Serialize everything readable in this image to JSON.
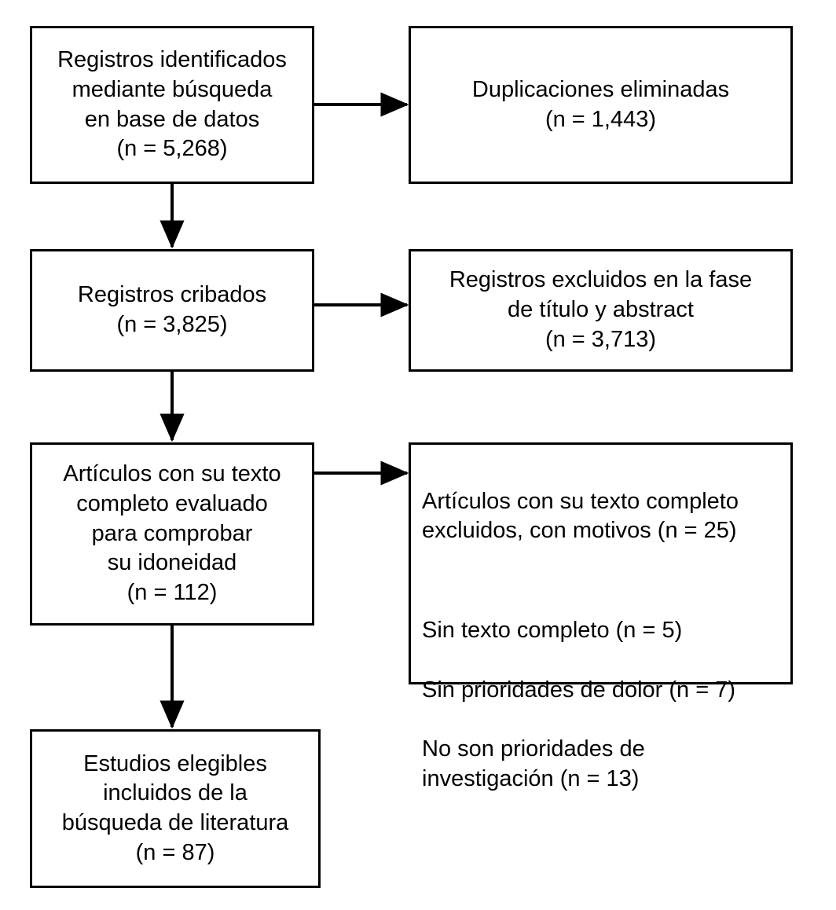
{
  "diagram": {
    "type": "prisma-flow-diagram",
    "language": "es",
    "stroke_color": "#000000",
    "background_color": "#ffffff",
    "text_color": "#000000",
    "boxes": {
      "identified": {
        "text": "Registros identificados\nmediante búsqueda\nen base de datos\n(n = 5,268)",
        "count": "5,268"
      },
      "duplicates_removed": {
        "text": "Duplicaciones eliminadas\n(n = 1,443)",
        "count": "1,443"
      },
      "screened": {
        "text": "Registros cribados\n(n = 3,825)",
        "count": "3,825"
      },
      "excluded_title_abstract": {
        "text": "Registros excluidos en la fase\nde título y abstract\n(n = 3,713)",
        "count": "3,713"
      },
      "fulltext_assessed": {
        "text": "Artículos con su texto\ncompleto evaluado\npara comprobar\nsu idoneidad\n(n = 112)",
        "count": "112"
      },
      "fulltext_excluded": {
        "heading": "Artículos con su texto completo\nexcluidos, con motivos (n = 25)",
        "count": "25",
        "reasons": [
          "Sin texto completo (n = 5)",
          "Sin prioridades de dolor (n = 7)",
          "No son prioridades de\ninvestigación (n = 13)"
        ]
      },
      "included": {
        "text": "Estudios elegibles\nincluidos de la\nbúsqueda de literatura\n(n = 87)",
        "count": "87"
      }
    },
    "connectors": [
      {
        "name": "identified-to-duplicates",
        "direction": "right"
      },
      {
        "name": "identified-to-screened",
        "direction": "down"
      },
      {
        "name": "screened-to-excluded-title-abstract",
        "direction": "right"
      },
      {
        "name": "screened-to-fulltext",
        "direction": "down"
      },
      {
        "name": "fulltext-to-fulltext-excluded",
        "direction": "right"
      },
      {
        "name": "fulltext-to-included",
        "direction": "down"
      }
    ]
  }
}
